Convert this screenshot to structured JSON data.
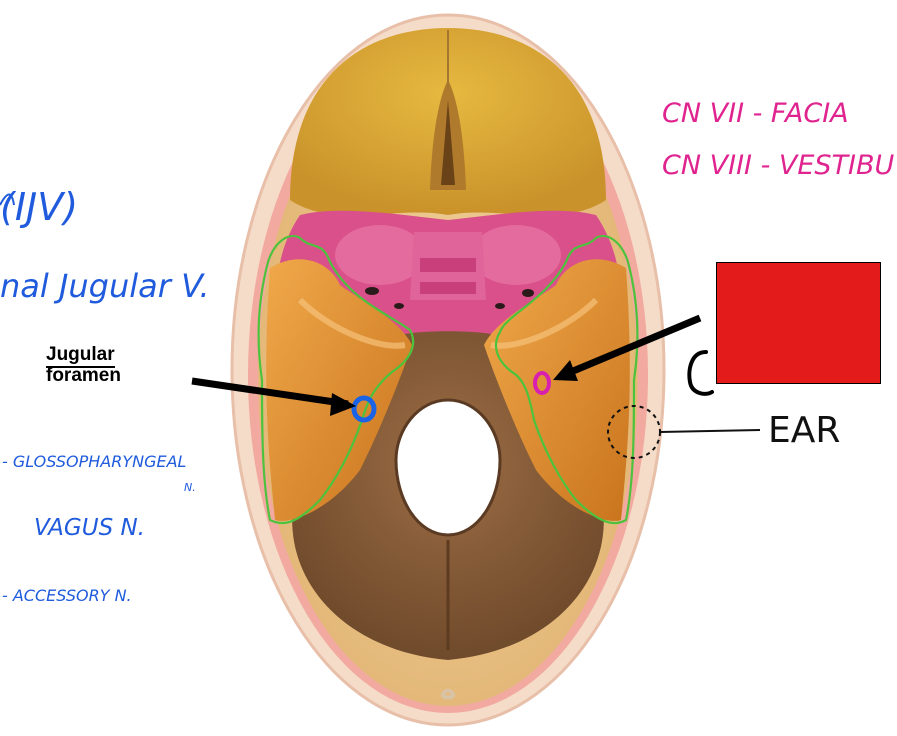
{
  "colors": {
    "pen_blue": "#1f5bdc",
    "pen_magenta": "#e0248f",
    "outline_green": "#4cc23d",
    "redact_box": "#e31b1b",
    "jugular_marker": "#1a63e6",
    "facial_marker": "#d81fb0"
  },
  "labels": {
    "ijv_abbrev": "(IJV)",
    "ijv_full": "nal Jugular V.",
    "jugular_foramen_line1": "Jugular",
    "jugular_foramen_line2": "foramen",
    "cn_ix": "- GLOSSOPHARYNGEAL",
    "cn_ix_suffix": "N.",
    "cn_x": "VAGUS N.",
    "cn_xi": "- ACCESSORY N.",
    "cn_vii": "CN VII - FACIA",
    "cn_viii": "CN VIII - VESTIBU",
    "partial_letter": "C",
    "ear": "EAR"
  },
  "icons": {
    "pointer_left": "black-arrow-icon",
    "pointer_right": "black-arrow-icon",
    "jugular_marker": "blue-ring-icon",
    "facial_marker": "magenta-ring-icon",
    "ear_marker": "dashed-circle-icon"
  }
}
